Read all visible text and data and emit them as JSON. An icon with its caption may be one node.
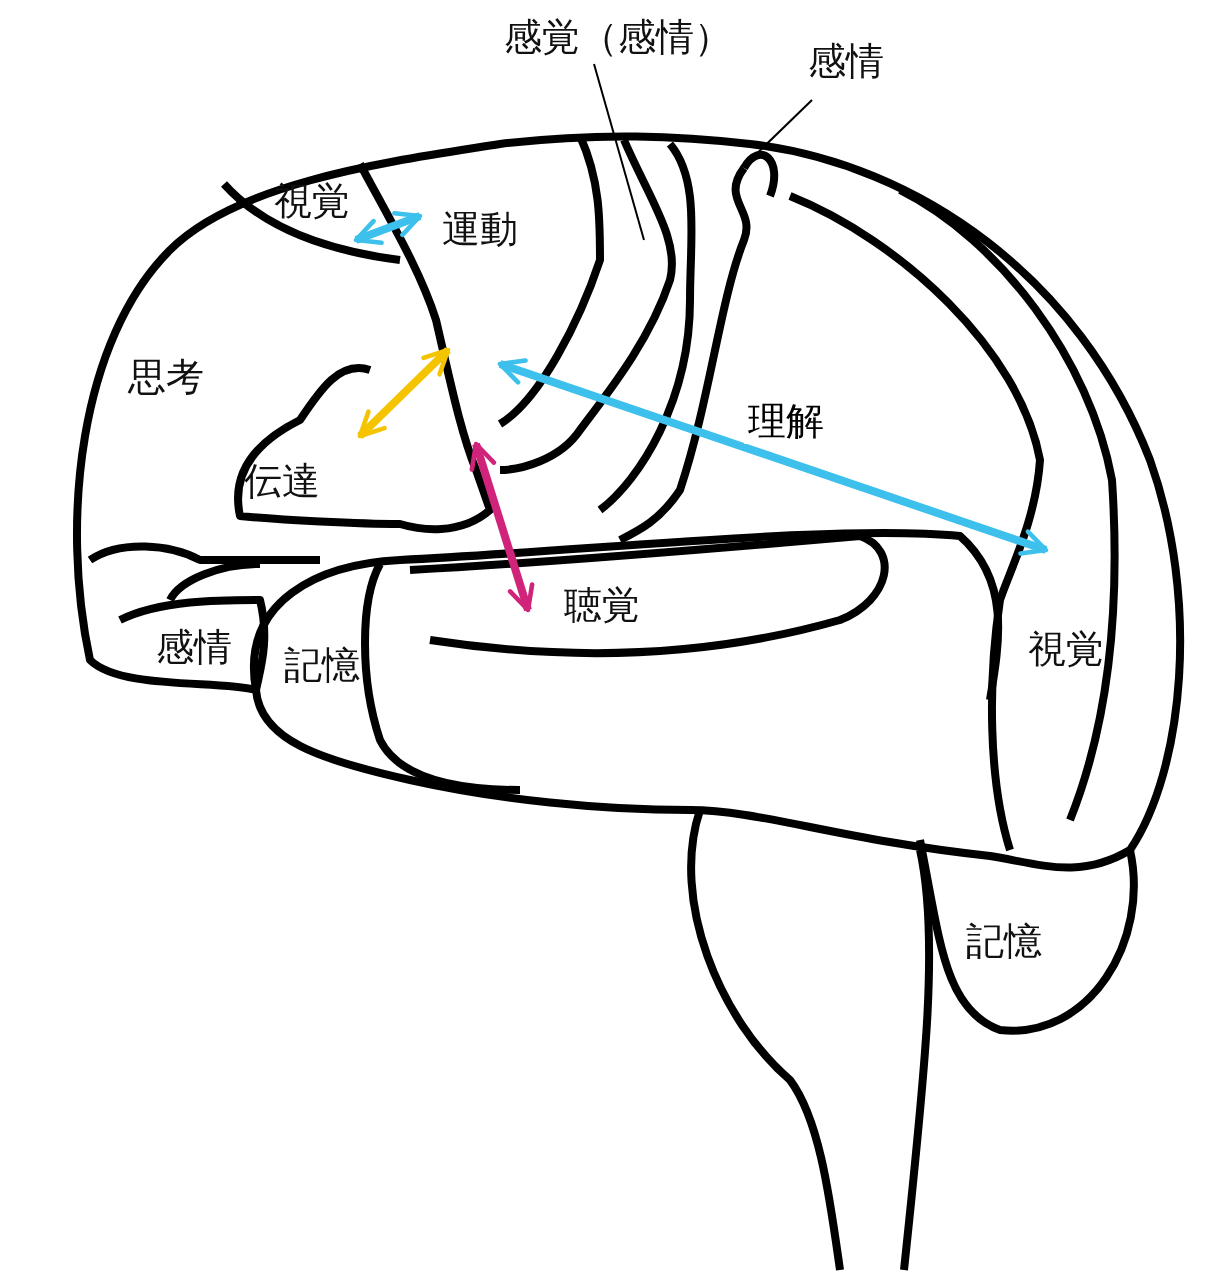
{
  "diagram": {
    "nodes": [
      {
        "text": [
          "感覚（感情）"
        ]
      },
      {
        "text": [
          "感情"
        ]
      },
      {
        "text": [
          "視覚"
        ]
      },
      {
        "text": [
          "運動"
        ]
      },
      {
        "text": [
          "思考"
        ]
      },
      {
        "text": [
          "伝達"
        ]
      },
      {
        "text": [
          "聴覚"
        ]
      },
      {
        "text": [
          "視覚"
        ]
      },
      {
        "text": [
          "感情"
        ]
      },
      {
        "text": [
          "記憶"
        ]
      },
      {
        "text": [
          "記憶"
        ]
      }
    ],
    "edges": [
      {
        "from": 0,
        "to": null,
        "arrow": "none"
      },
      {
        "from": 1,
        "to": null,
        "arrow": "none"
      },
      {
        "from": 2,
        "to": 3,
        "arrow": "both",
        "color": "#3ec0ec"
      },
      {
        "from": 5,
        "to": 3,
        "arrow": "both",
        "color": "#f5c400"
      },
      {
        "from": 3,
        "to": 7,
        "arrow": "both",
        "label": "理解",
        "color": "#3ec0ec"
      },
      {
        "from": 5,
        "to": 6,
        "arrow": "both",
        "color": "#d0237a"
      }
    ]
  }
}
